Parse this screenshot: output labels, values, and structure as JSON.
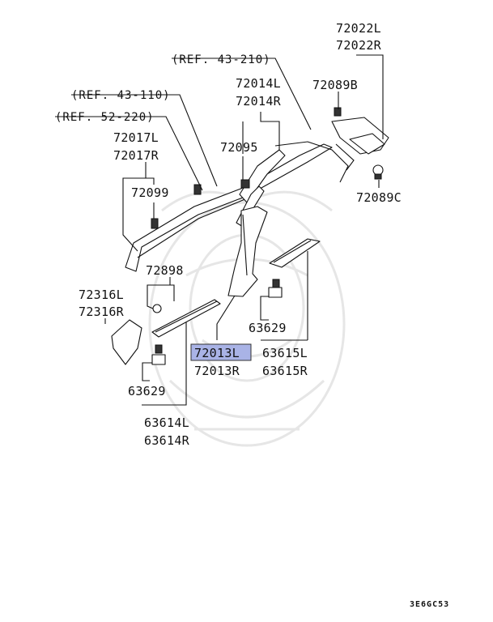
{
  "references": {
    "ref1": "(REF. 43-210)",
    "ref2": "(REF. 43-110)",
    "ref3": "(REF. 52-220)"
  },
  "labels": {
    "p72022": [
      "72022L",
      "72022R"
    ],
    "p72089B": "72089B",
    "p72089C": "72089C",
    "p72014": [
      "72014L",
      "72014R"
    ],
    "p72095": "72095",
    "p72017": [
      "72017L",
      "72017R"
    ],
    "p72099": "72099",
    "p72898": "72898",
    "p72316": [
      "72316L",
      "72316R"
    ],
    "p63629_right": "63629",
    "p63629_left": "63629",
    "p72013L": "72013L",
    "p72013R": "72013R",
    "p63615": [
      "63615L",
      "63615R"
    ],
    "p63614": [
      "63614L",
      "63614R"
    ]
  },
  "highlight_color": "#a9b3e6",
  "diagram_code": "3E6GC53"
}
